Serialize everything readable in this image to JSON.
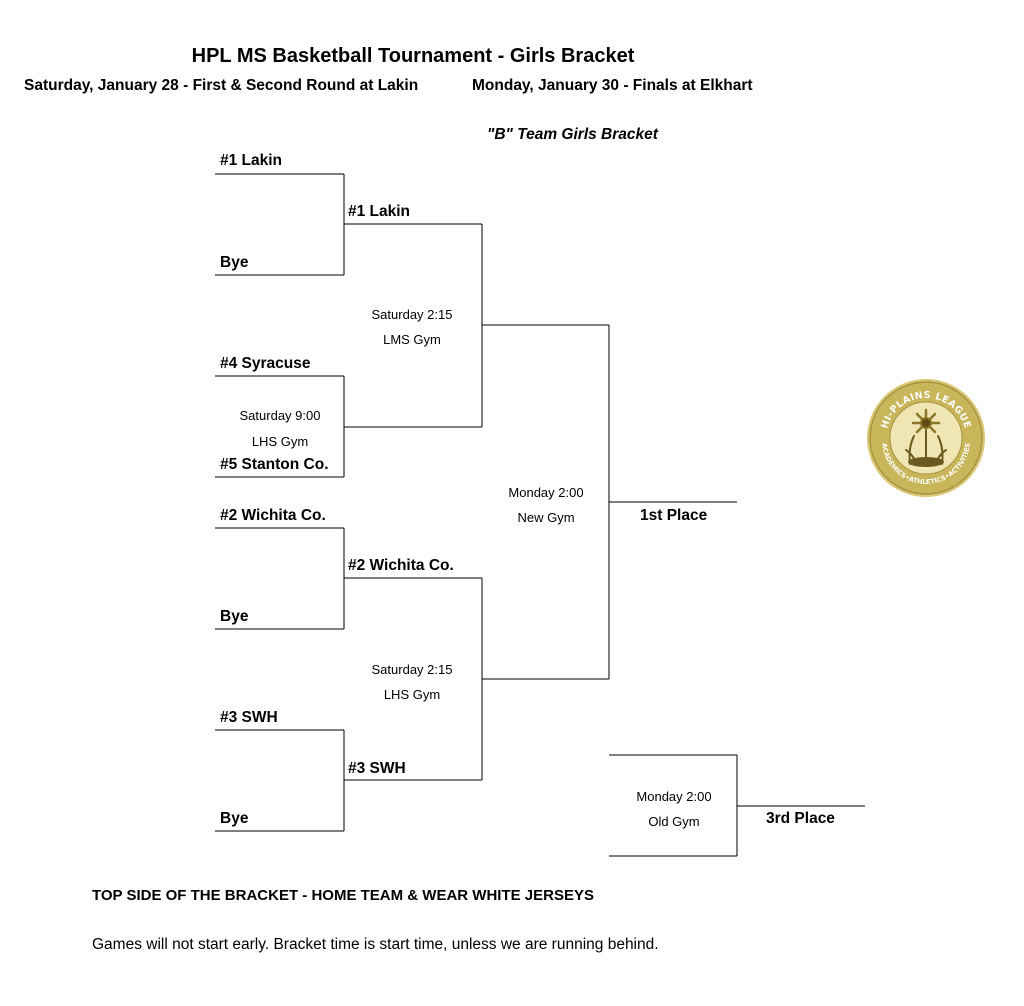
{
  "header": {
    "title": "HPL MS Basketball Tournament - Girls Bracket",
    "left_date": "Saturday, January 28 - First & Second Round at Lakin",
    "right_date": "Monday, January 30 - Finals at Elkhart",
    "bracket_name": "\"B\" Team Girls Bracket"
  },
  "round1": {
    "team1": "#1  Lakin",
    "team2": "Bye",
    "team3": "#4  Syracuse",
    "team4": "#5  Stanton Co.",
    "team5": "#2  Wichita Co.",
    "team6": "Bye",
    "team7": "#3  SWH",
    "team8": "Bye",
    "game2_time": "Saturday 9:00",
    "game2_location": "LHS Gym"
  },
  "round2": {
    "team1": "#1  Lakin",
    "team2": "#2  Wichita Co.",
    "team3": "#3  SWH",
    "game1_time": "Saturday 2:15",
    "game1_location": "LMS Gym",
    "game2_time": "Saturday 2:15",
    "game2_location": "LHS Gym"
  },
  "finals": {
    "time": "Monday 2:00",
    "location": "New Gym",
    "label": "1st Place"
  },
  "third_place": {
    "time": "Monday 2:00",
    "location": "Old Gym",
    "label": "3rd Place"
  },
  "logo": {
    "text": "HI-PLAINS LEAGUE • ACADEMICS • ATHLETICS • ACTIVITIES",
    "icon": "sunflower-wheat-emblem",
    "gold": "#c9b55a",
    "dark": "#6b5a1e"
  },
  "footer": {
    "note_bold": "TOP SIDE OF THE BRACKET - HOME TEAM & WEAR WHITE JERSEYS",
    "note": "Games will not start early. Bracket time is start time, unless we are running behind."
  }
}
